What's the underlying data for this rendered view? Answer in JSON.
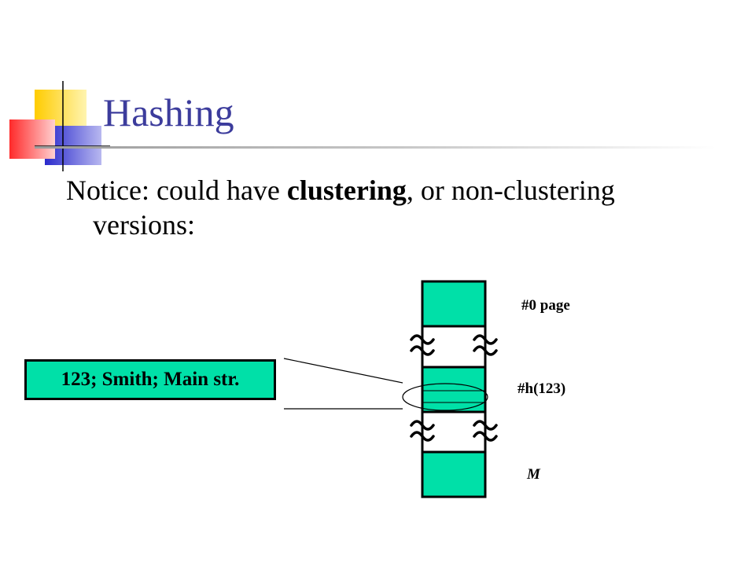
{
  "slide": {
    "title": "Hashing",
    "body_parts": [
      "Notice: could have ",
      "clustering",
      ", or non-clustering"
    ],
    "body_line2": "versions:"
  },
  "diagram": {
    "record_label": "123; Smith; Main str.",
    "page_labels": {
      "first": "#0 page",
      "hashed": "#h(123)",
      "last": "M"
    },
    "page_fill_color": "#00e0a8"
  },
  "colors": {
    "title": "#3c3c9c",
    "deco_yellow": "#ffd700",
    "deco_blue": "#3a3ad0",
    "deco_red": "#ff4040"
  }
}
